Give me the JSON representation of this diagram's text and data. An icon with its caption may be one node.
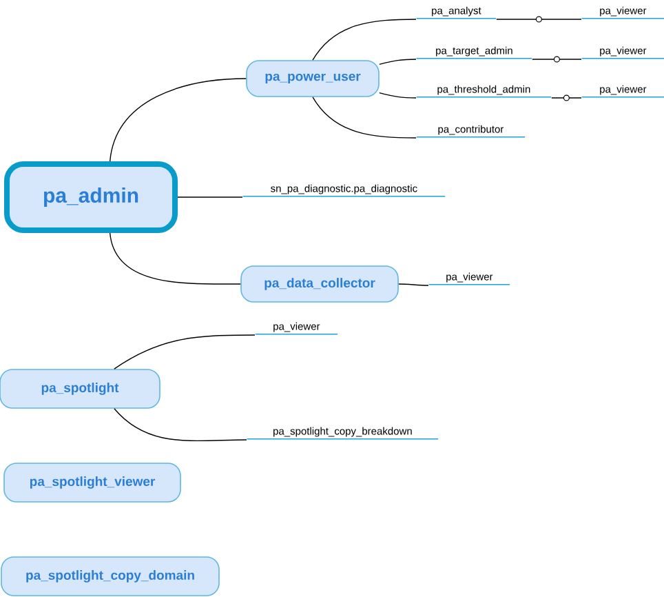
{
  "diagram": {
    "nodes": [
      {
        "text": [
          "pa_admin"
        ]
      },
      {
        "text": [
          "pa_power_user"
        ]
      },
      {
        "text": [
          "pa_analyst"
        ]
      },
      {
        "text": [
          "pa_viewer"
        ]
      },
      {
        "text": [
          "pa_target_admin"
        ]
      },
      {
        "text": [
          "pa_viewer"
        ]
      },
      {
        "text": [
          "pa_threshold_admin"
        ]
      },
      {
        "text": [
          "pa_viewer"
        ]
      },
      {
        "text": [
          "pa_contributor"
        ]
      },
      {
        "text": [
          "sn_pa_diagnostic.pa_diagnostic"
        ]
      },
      {
        "text": [
          "pa_data_collector"
        ]
      },
      {
        "text": [
          "pa_viewer"
        ]
      },
      {
        "text": [
          "pa_spotlight"
        ]
      },
      {
        "text": [
          "pa_viewer"
        ]
      },
      {
        "text": [
          "pa_spotlight_copy_breakdown"
        ]
      },
      {
        "text": [
          "pa_spotlight_viewer"
        ]
      },
      {
        "text": [
          "pa_spotlight_copy_domain"
        ]
      }
    ],
    "edges": [
      {
        "from": 0,
        "to": 1,
        "arrow": "none"
      },
      {
        "from": 1,
        "to": 2,
        "arrow": "none"
      },
      {
        "from": 1,
        "to": 4,
        "arrow": "none"
      },
      {
        "from": 1,
        "to": 6,
        "arrow": "none"
      },
      {
        "from": 1,
        "to": 8,
        "arrow": "none"
      },
      {
        "from": 2,
        "to": 3,
        "arrow": "none"
      },
      {
        "from": 4,
        "to": 5,
        "arrow": "none"
      },
      {
        "from": 6,
        "to": 7,
        "arrow": "none"
      },
      {
        "from": 0,
        "to": 9,
        "arrow": "none"
      },
      {
        "from": 0,
        "to": 10,
        "arrow": "none"
      },
      {
        "from": 10,
        "to": 11,
        "arrow": "none"
      },
      {
        "from": 12,
        "to": 13,
        "arrow": "none"
      },
      {
        "from": 12,
        "to": 14,
        "arrow": "none"
      }
    ]
  }
}
